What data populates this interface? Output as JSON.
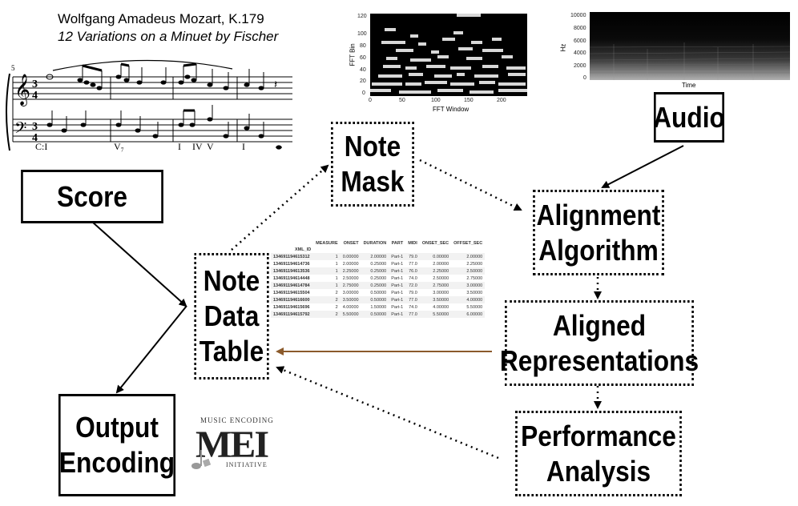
{
  "header": {
    "composer": "Wolfgang Amadeus Mozart, K.179",
    "work": "12 Variations on a Minuet by Fischer"
  },
  "score_image": {
    "measure_number": "5",
    "time_signature": "3/4",
    "harmony": [
      "C:I",
      "V₇",
      "I",
      "IV",
      "V",
      "I"
    ]
  },
  "note_mask_plot": {
    "ylabel": "FFT Bin",
    "xlabel": "FFT Window",
    "yticks": [
      "0",
      "20",
      "40",
      "60",
      "80",
      "100",
      "120"
    ],
    "xticks": [
      "0",
      "50",
      "100",
      "150",
      "200"
    ]
  },
  "spectrogram_plot": {
    "ylabel": "Hz",
    "xlabel": "Time",
    "yticks": [
      "0",
      "2000",
      "4000",
      "6000",
      "8000",
      "10000"
    ]
  },
  "nodes": {
    "score": "Score",
    "note_mask": [
      "Note",
      "Mask"
    ],
    "audio": "Audio",
    "alignment": [
      "Alignment",
      "Algorithm"
    ],
    "note_data_table": [
      "Note",
      "Data",
      "Table"
    ],
    "aligned": [
      "Aligned",
      "Representations"
    ],
    "output": [
      "Output",
      "Encoding"
    ],
    "performance": [
      "Performance",
      "Analysis"
    ]
  },
  "note_table": {
    "index_label": "XML_ID",
    "columns": [
      "MEASURE",
      "ONSET",
      "DURATION",
      "PART",
      "MIDI",
      "ONSET_SEC",
      "OFFSET_SEC"
    ],
    "rows": [
      [
        "134691194615312",
        "1",
        "0.00000",
        "2.00000",
        "Part-1",
        "79.0",
        "0.00000",
        "2.00000"
      ],
      [
        "134691194614736",
        "1",
        "2.00000",
        "0.25000",
        "Part-1",
        "77.0",
        "2.00000",
        "2.25000"
      ],
      [
        "134691194613536",
        "1",
        "2.25000",
        "0.25000",
        "Part-1",
        "76.0",
        "2.25000",
        "2.50000"
      ],
      [
        "134691194614448",
        "1",
        "2.50000",
        "0.25000",
        "Part-1",
        "74.0",
        "2.50000",
        "2.75000"
      ],
      [
        "134691194614784",
        "1",
        "2.75000",
        "0.25000",
        "Part-1",
        "72.0",
        "2.75000",
        "3.00000"
      ],
      [
        "134691194615504",
        "2",
        "3.00000",
        "0.50000",
        "Part-1",
        "79.0",
        "3.00000",
        "3.50000"
      ],
      [
        "134691194616600",
        "2",
        "3.50000",
        "0.50000",
        "Part-1",
        "77.0",
        "3.50000",
        "4.00000"
      ],
      [
        "134691194615696",
        "2",
        "4.00000",
        "1.50000",
        "Part-1",
        "74.0",
        "4.00000",
        "5.50000"
      ],
      [
        "134691194615792",
        "2",
        "5.50000",
        "0.50000",
        "Part-1",
        "77.0",
        "5.50000",
        "6.00000"
      ]
    ]
  },
  "mei_logo": {
    "top": "MUSIC ENCODING",
    "letters": "MEI",
    "bottom": "INITIATIVE"
  },
  "colors": {
    "arrow": "#000000",
    "feedback_arrow": "#8b5a2b"
  }
}
